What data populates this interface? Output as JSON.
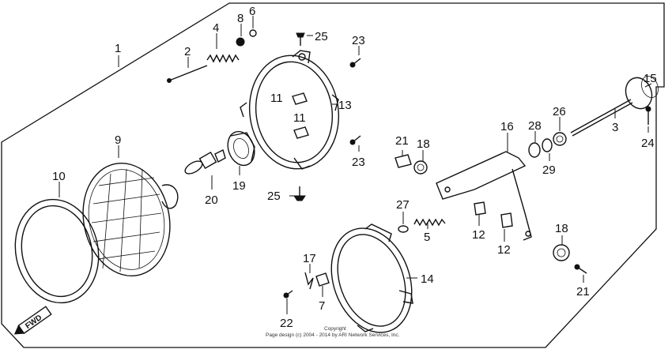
{
  "labels": {
    "p1": "1",
    "p2": "2",
    "p3": "3",
    "p4": "4",
    "p5": "5",
    "p6": "6",
    "p7": "7",
    "p8": "8",
    "p9": "9",
    "p10": "10",
    "p11a": "11",
    "p11b": "11",
    "p12a": "12",
    "p12b": "12",
    "p13": "13",
    "p14": "14",
    "p15": "15",
    "p16": "16",
    "p17": "17",
    "p18a": "18",
    "p18b": "18",
    "p19": "19",
    "p20": "20",
    "p21a": "21",
    "p21b": "21",
    "p22": "22",
    "p23a": "23",
    "p23b": "23",
    "p24": "24",
    "p25a": "25",
    "p25b": "25",
    "p26": "26",
    "p27": "27",
    "p28": "28",
    "p29": "29"
  },
  "fwd": "FWD",
  "copyright": {
    "line1": "Copyright",
    "line2": "Page design (c) 2004 - 2014 by ARI Network Services, Inc."
  }
}
